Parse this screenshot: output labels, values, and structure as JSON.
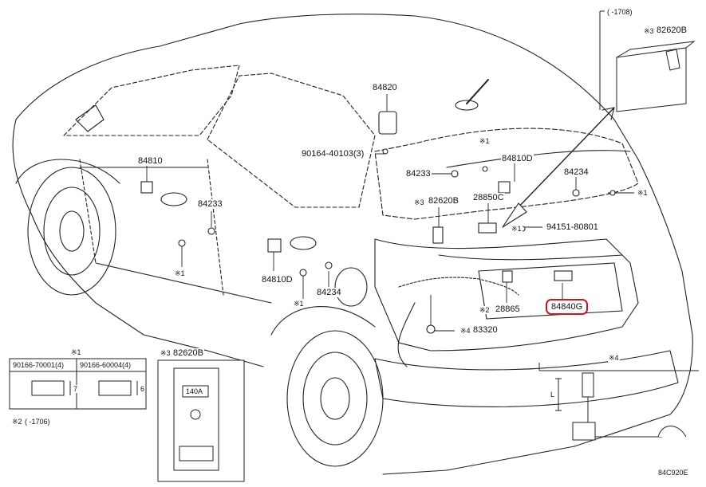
{
  "callouts": {
    "p84820": "84820",
    "p90164": "90164-40103(3)",
    "p84810_left": "84810",
    "p84233_top": "84233",
    "p84233_left": "84233",
    "p84810D_top": "84810D",
    "p84234_right": "84234",
    "p82620B_mid": "82620B",
    "p28850C": "28850C",
    "p94151": "94151-80801",
    "p84810D_left": "84810D",
    "p84234_mid": "84234",
    "p28865": "28865",
    "p84840G": "84840G",
    "p83320": "83320",
    "p82620B_top": "82620B"
  },
  "notes": {
    "n1_a": "※1",
    "n1_b": "※1",
    "n1_c": "※1",
    "n1_d": "※1",
    "n1_e": "※1",
    "n2": "※2",
    "n3_mid": "※3",
    "n3_top": "※3",
    "n4_callout": "※4"
  },
  "top_right_box": {
    "range": "(     -1708)"
  },
  "inset_fasteners": {
    "note": "※1",
    "col1": "90166-70001(4)",
    "col2": "90166-60004(4)",
    "dim1": "7",
    "dim2": "6"
  },
  "inset_footnote": {
    "note": "※2",
    "range": "(     -1706)"
  },
  "inset_fuse": {
    "note": "※3",
    "part": "82620B",
    "rating": "140A"
  },
  "inset_antenna": {
    "note": "※4",
    "dim": "L"
  },
  "diagram_code": "84C920E",
  "colors": {
    "highlight": "#d0161b",
    "line": "#222222"
  }
}
